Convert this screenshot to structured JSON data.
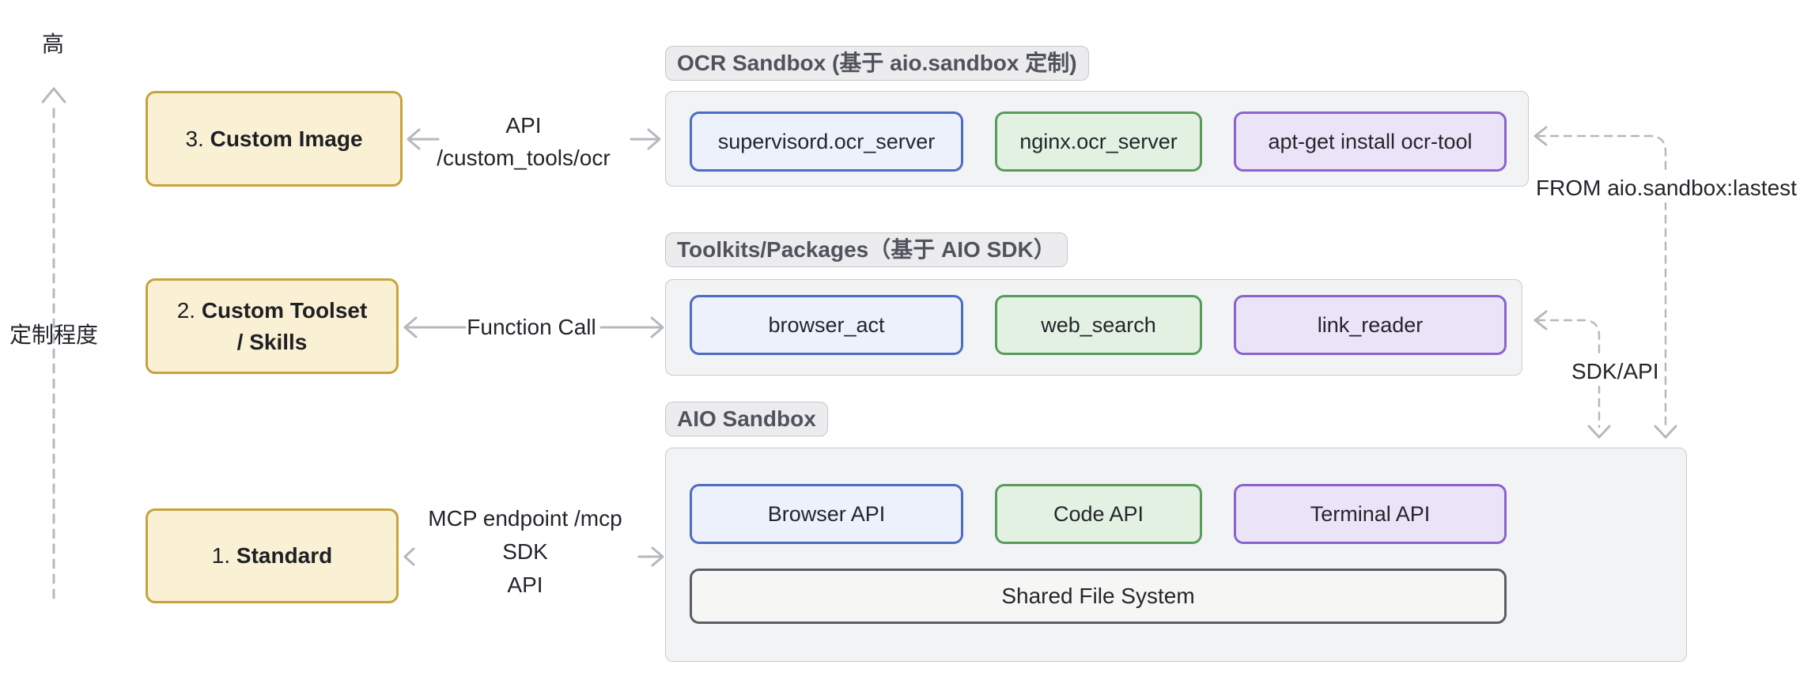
{
  "axis": {
    "top_label": "高",
    "side_label": "定制程度"
  },
  "levels": [
    {
      "number": "3.",
      "title": "Custom Image",
      "subtitle": "",
      "edge": {
        "line1": "API",
        "line2": "/custom_tools/ocr"
      }
    },
    {
      "number": "2.",
      "title": "Custom Toolset",
      "subtitle": "/ Skills",
      "edge": {
        "line1": "Function Call"
      }
    },
    {
      "number": "1.",
      "title": "Standard",
      "subtitle": "",
      "edge": {
        "line1": "MCP endpoint /mcp",
        "line2": "SDK",
        "line3": "API"
      }
    }
  ],
  "groups": [
    {
      "chip": "OCR Sandbox (基于 aio.sandbox 定制)",
      "boxes": [
        {
          "label": "supervisord.ocr_server",
          "color": "blue"
        },
        {
          "label": "nginx.ocr_server",
          "color": "green"
        },
        {
          "label": "apt-get install ocr-tool",
          "color": "purple"
        }
      ]
    },
    {
      "chip": "Toolkits/Packages（基于 AIO SDK）",
      "boxes": [
        {
          "label": "browser_act",
          "color": "blue"
        },
        {
          "label": "web_search",
          "color": "green"
        },
        {
          "label": "link_reader",
          "color": "purple"
        }
      ]
    },
    {
      "chip": "AIO Sandbox",
      "boxes": [
        {
          "label": "Browser API",
          "color": "blue"
        },
        {
          "label": "Code API",
          "color": "green"
        },
        {
          "label": "Terminal API",
          "color": "purple"
        }
      ],
      "shared_box": "Shared File System"
    }
  ],
  "annotations": {
    "from_image": "FROM aio.sandbox:lastest",
    "sdk_api": "SDK/API"
  },
  "palette": {
    "yellow_fill": "#faf0d3",
    "yellow_border": "#c8a23b",
    "blue_fill": "#edf1fc",
    "blue_border": "#4d6cc3",
    "green_fill": "#e3f1e2",
    "green_border": "#589c5c",
    "purple_fill": "#ebe4f9",
    "purple_border": "#8a63cc",
    "container_fill": "#f2f3f5",
    "container_border": "#c9cbd0",
    "chip_fill": "#ececee",
    "chip_border": "#c5c7cb",
    "shared_fill": "#f6f6f4",
    "shared_border": "#595e64",
    "arrow": "#b5b8bd",
    "text": "#22252a"
  }
}
